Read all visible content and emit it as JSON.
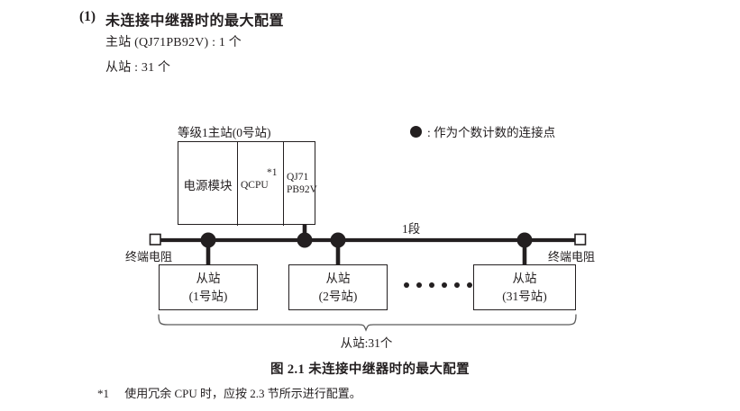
{
  "heading": {
    "number": "(1)",
    "title": "未连接中继器时的最大配置",
    "spec_master": "主站 (QJ71PB92V) : 1 个",
    "spec_slave": "从站 : 31 个"
  },
  "legend": {
    "icon": "filled-circle",
    "text": ": 作为个数计数的连接点"
  },
  "diagram": {
    "master_label": "等级1主站(0号站)",
    "rack": {
      "power_module": "电源模块",
      "cpu": "QCPU",
      "cpu_note": "*1",
      "network_line1": "QJ71",
      "network_line2": "PB92V"
    },
    "terminal_left": "终端电阻",
    "terminal_right": "终端电阻",
    "segment_label": "1段",
    "slaves": [
      {
        "name": "从站",
        "station": "(1号站)"
      },
      {
        "name": "从站",
        "station": "(2号站)"
      },
      {
        "name": "从站",
        "station": "(31号站)"
      }
    ],
    "ellipsis_count": 6,
    "brace_label": "从站:31个",
    "colors": {
      "line": "#231f20",
      "box_border": "#231f20",
      "brace": "#3a3a3a",
      "background": "#ffffff"
    }
  },
  "figure_caption": "图 2.1  未连接中继器时的最大配置",
  "footnote": {
    "mark": "*1",
    "text": "使用冗余 CPU 时，应按 2.3 节所示进行配置。"
  }
}
